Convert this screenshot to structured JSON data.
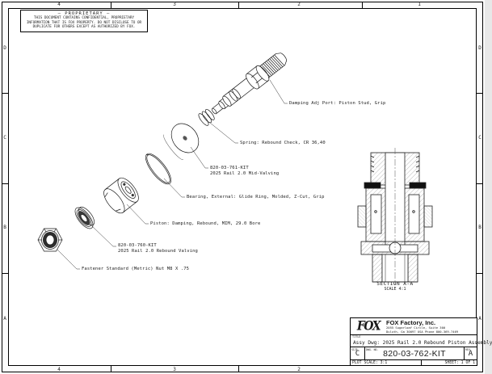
{
  "drawing": {
    "proprietary": {
      "title": "—  PROPRIETARY  —",
      "body": "THIS DOCUMENT CONTAINS CONFIDENTIAL, PROPRIETARY INFORMATION THAT IS FOX PROPERTY. DO NOT DISCLOSE TO OR DUPLICATE FOR OTHERS EXCEPT AS AUTHORIZED BY FOX."
    },
    "zones": {
      "columns": [
        "4",
        "3",
        "2",
        "1"
      ],
      "rows": [
        "D",
        "C",
        "B",
        "A"
      ]
    },
    "callouts": [
      {
        "text": "Damping Adj Port: Piston Stud, Grip"
      },
      {
        "text": "Spring: Rebound Check, CR 36,40"
      },
      {
        "line1": "820-03-761-KIT",
        "line2": "2025 Rail 2.0 Mid-Valving"
      },
      {
        "text": "Bearing, External: Glide Ring, Molded, Z-Cut, Grip"
      },
      {
        "text": "Piston: Damping, Rebound, MIM, 29.0 Bore"
      },
      {
        "line1": "820-03-760-KIT",
        "line2": "2025 Rail 2.0 Rebound Valving"
      },
      {
        "text": "Fastener Standard (Metric) Nut M8 X .75"
      }
    ],
    "section": {
      "label": "SECTION A-A",
      "scale": "SCALE 4:1"
    },
    "title_block": {
      "logo_text": "FOX",
      "company": "FOX Factory, Inc.",
      "address1": "2055 Sugarloaf Circle, Suite 300",
      "address2": "Duluth, Ga 30097 USA Phone 800-369-7469",
      "title_label": "TITLE",
      "title": "Assy Dwg: 2025 Rail 2.0 Rebound Piston Assembly",
      "size_label": "SIZE",
      "size": "C",
      "dwg_label": "DWG. NO.",
      "dwg_no": "820-03-762-KIT",
      "rev_label": "REV",
      "rev": "A",
      "plot_scale": "PLOT SCALE: 3:1",
      "sheet": "SHEET: 1 OF 1"
    },
    "colors": {
      "line": "#1a1a1a"
    }
  }
}
